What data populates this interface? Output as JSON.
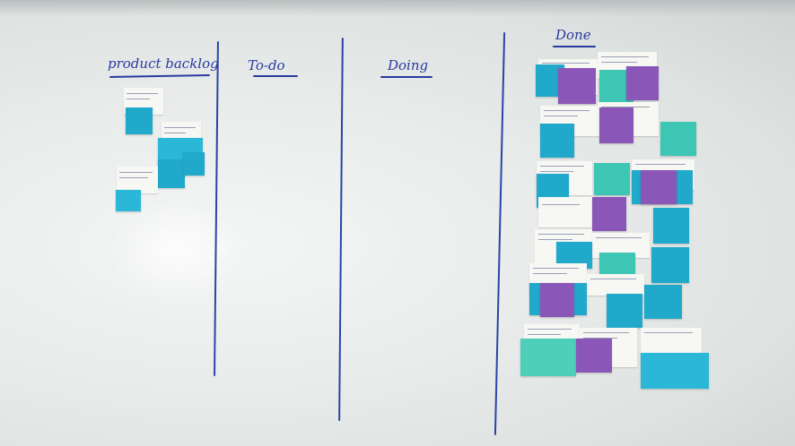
{
  "columns": [
    {
      "title": "product backlog"
    },
    {
      "title": "To-do"
    },
    {
      "title": "Doing"
    },
    {
      "title": "Done"
    }
  ],
  "colors": {
    "marker": "#2a3aa0",
    "sticky_cyan": "#21a9cc",
    "sticky_purple": "#8a57b8",
    "sticky_teal": "#3dc6b4",
    "paper": "#f7f7f3"
  }
}
